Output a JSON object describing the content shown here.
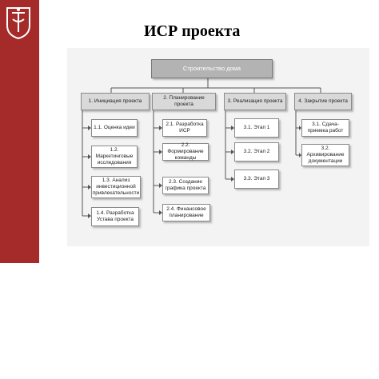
{
  "title": "ИСР проекта",
  "root": "Строительство дома",
  "phases": [
    {
      "label": "1. Инициация проекта",
      "tasks": [
        "1.1. Оценка идеи",
        "1.2. Маркетинговые исследования",
        "1.3. Анализ инвестиционной привлекательности",
        "1.4. Разработка Устава проекта"
      ]
    },
    {
      "label": "2. Планирование проекта",
      "tasks": [
        "2.1. Разработка ИСР",
        "2.2. Формирование команды",
        "2.3. Создание графика проекта",
        "2.4. Финансовое планирование"
      ]
    },
    {
      "label": "3. Реализация проекта",
      "tasks": [
        "3.1. Этап 1",
        "3.2. Этап 2",
        "3.3. Этап 3"
      ]
    },
    {
      "label": "4. Закрытие проекта",
      "tasks": [
        "3.1. Сдача-приемка работ",
        "3.2. Архивирование документации"
      ]
    }
  ],
  "colors": {
    "sidebar": "#a52a2a",
    "root_fill": "#b3b3b3",
    "phase_fill": "#d9d9d9",
    "line": "#555555"
  }
}
